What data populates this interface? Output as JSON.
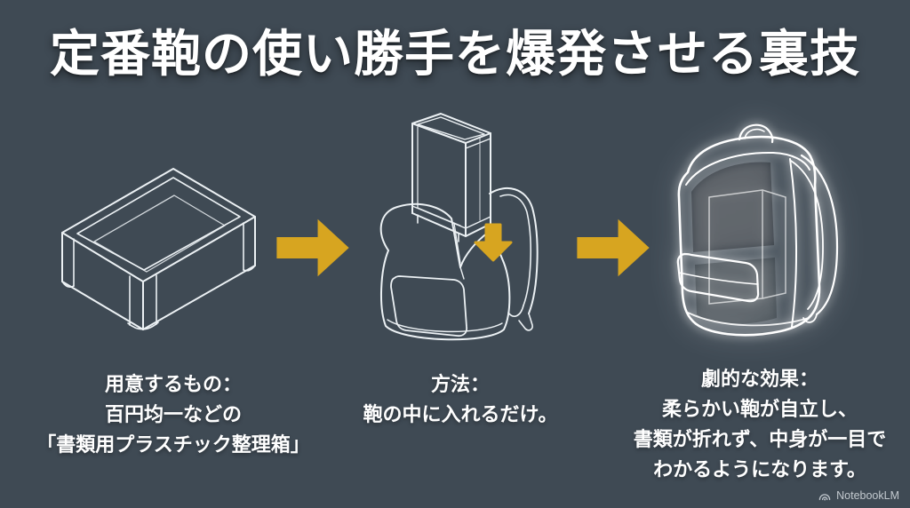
{
  "page": {
    "title": "定番鞄の使い勝手を爆発させる裏技",
    "background_color": "#3F4A54",
    "line_color": "#ECF1F4",
    "accent_color": "#D7A520",
    "text_color": "#FFFFFF"
  },
  "steps": [
    {
      "illustration": "plastic-box-wireframe",
      "caption_lines": [
        "用意するもの：",
        "百円均一などの",
        "「書類用プラスチック整理箱」"
      ]
    },
    {
      "illustration": "box-being-inserted-into-backpack",
      "caption_lines": [
        "方法：",
        "鞄の中に入れるだけ。"
      ]
    },
    {
      "illustration": "glowing-upright-backpack",
      "caption_lines": [
        "劇的な効果：",
        "柔らかい鞄が自立し、",
        "書類が折れず、中身が一目で",
        "わかるようになります。"
      ]
    }
  ],
  "icons": {
    "step_connector": "arrow-right-icon",
    "insert_direction": "arrow-down-icon",
    "watermark_logo": "notebooklm-logo-icon"
  },
  "watermark": {
    "label": "NotebookLM"
  }
}
